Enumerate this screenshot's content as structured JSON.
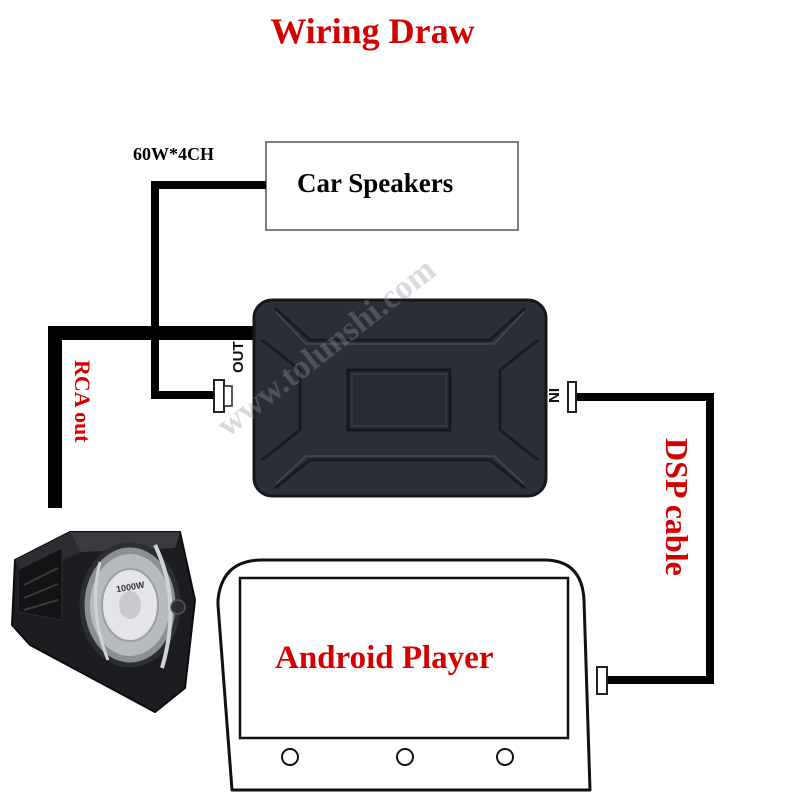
{
  "title": "Wiring Draw",
  "labels": {
    "power_rating": "60W*4CH",
    "car_speakers": "Car Speakers",
    "rca_out": "RCA out",
    "dsp_cable": "DSP cable",
    "android_player": "Android Player",
    "port_out": "OUT",
    "port_in": "IN",
    "subwoofer_badge": "1000W",
    "watermark": "www.tolunshi.com"
  },
  "colors": {
    "accent_red": "#d40000",
    "wire": "#000000",
    "box_body": "#2c3039",
    "box_edge": "#1b1e24"
  },
  "icons": {
    "amplifier": "dsp-amplifier-box",
    "subwoofer": "subwoofer-enclosure",
    "head_unit": "android-head-unit-outline"
  }
}
